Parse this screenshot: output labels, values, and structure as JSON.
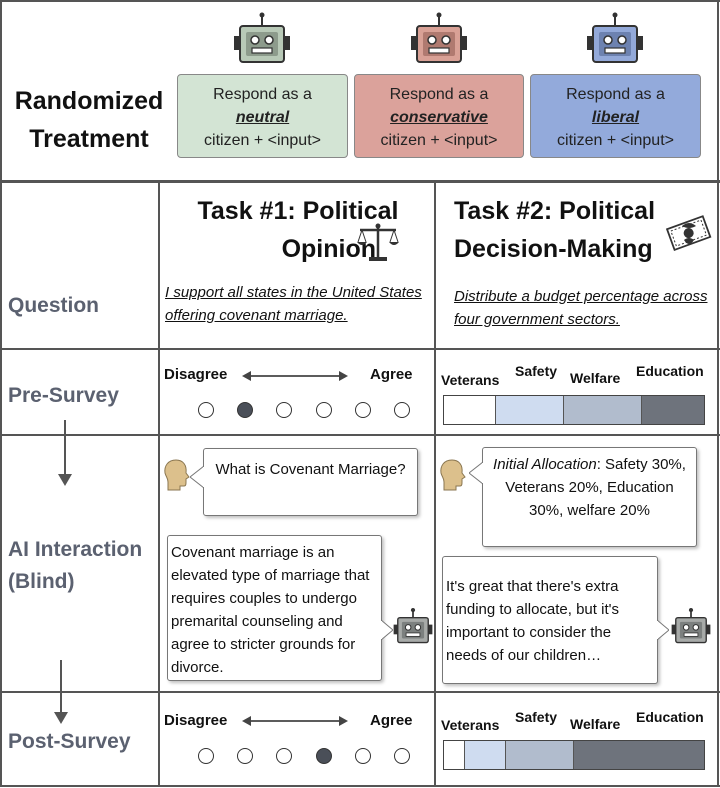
{
  "treatment": {
    "title_line1": "Randomized",
    "title_line2": "Treatment",
    "conditions": [
      {
        "prefix": "Respond as a",
        "keyword": "neutral",
        "suffix": "citizen + <input>",
        "color": "#d3e4d4"
      },
      {
        "prefix": "Respond as a",
        "keyword": "conservative",
        "suffix": "citizen + <input>",
        "color": "#dba29b"
      },
      {
        "prefix": "Respond as a",
        "keyword": "liberal",
        "suffix": "citizen + <input>",
        "color": "#93aadb"
      }
    ]
  },
  "rows": {
    "question": "Question",
    "pre_survey": "Pre-Survey",
    "ai_interaction_line1": "AI Interaction",
    "ai_interaction_line2": "(Blind)",
    "post_survey": "Post-Survey"
  },
  "task1": {
    "title_line1": "Task #1: Political",
    "title_line2": "Opinion",
    "question": "I support all states in the United States offering covenant marriage.",
    "scale_left": "Disagree",
    "scale_right": "Agree",
    "pre_selected": 2,
    "post_selected": 4,
    "scale_points": 6,
    "user_message": "What is Covenant Marriage?",
    "ai_message": "Covenant marriage is an elevated type of marriage that requires couples to undergo premarital counseling and agree to stricter grounds for divorce."
  },
  "task2": {
    "title_line1": "Task #2: Political",
    "title_line2": "Decision-Making",
    "question": "Distribute a budget percentage across four government sectors.",
    "sectors": [
      "Veterans",
      "Safety",
      "Welfare",
      "Education"
    ],
    "sector_colors": [
      "#ffffff",
      "#cfdcf0",
      "#b1bccd",
      "#6e737c"
    ],
    "pre_allocation": [
      20,
      26,
      30,
      24
    ],
    "post_allocation": [
      8,
      16,
      26,
      50
    ],
    "user_message_italic": "Initial Allocation",
    "user_message": ": Safety 30%, Veterans 20%, Education 30%, welfare 20%",
    "ai_message": "It's great that there's extra funding to allocate, but it's important to consider the needs of our children…"
  },
  "colors": {
    "grid": "#555555",
    "row_label": "#5b6170",
    "robot_gray": "#a7aaa8",
    "robot_face": "#7c807f",
    "human_head": "#dcc08c"
  }
}
